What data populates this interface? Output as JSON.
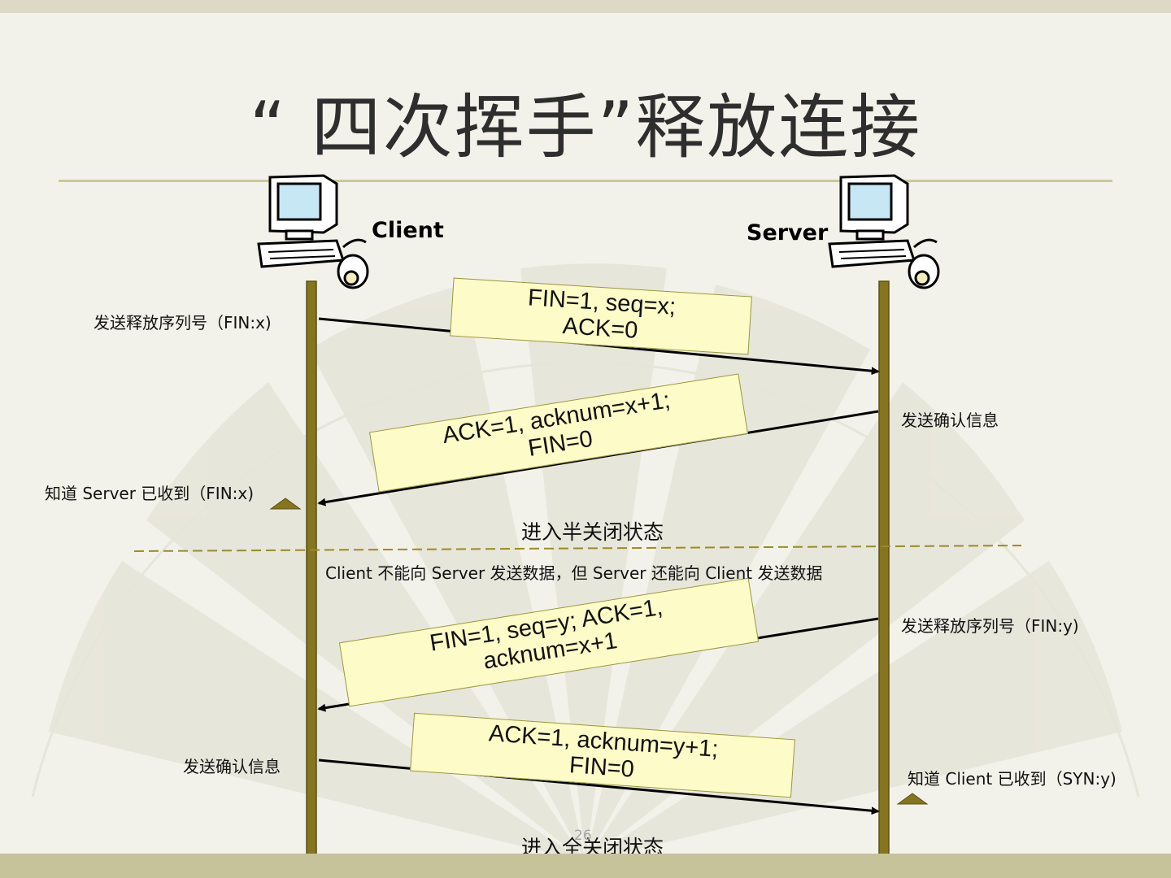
{
  "slide": {
    "title": "“ 四次挥手”释放连接",
    "page_number": "26"
  },
  "hosts": {
    "client": "Client",
    "server": "Server"
  },
  "messages": [
    {
      "text": "FIN=1, seq=x;\nACK=0"
    },
    {
      "text": "ACK=1, acknum=x+1;\nFIN=0"
    },
    {
      "text": "FIN=1, seq=y; ACK=1,\nacknum=x+1"
    },
    {
      "text": "ACK=1, acknum=y+1;\nFIN=0"
    }
  ],
  "labels": {
    "client_send_fin": "发送释放序列号（FIN:x)",
    "server_send_ack": "发送确认信息",
    "client_know": "知道 Server 已收到（FIN:x)",
    "half_close": "进入半关闭状态",
    "half_close_note": "Client 不能向 Server 发送数据，但 Server 还能向 Client 发送数据",
    "server_send_fin": "发送释放序列号（FIN:y)",
    "client_send_ack": "发送确认信息",
    "server_know": "知道 Client 已收到（SYN:y)",
    "full_close": "进入全关闭状态"
  },
  "colors": {
    "lifeline": "#857520",
    "message_box": "#fdfbc8",
    "dashed_divider": "#9b8a28",
    "top_band": "#dcdac6",
    "bottom_band": "#c6c29a"
  }
}
